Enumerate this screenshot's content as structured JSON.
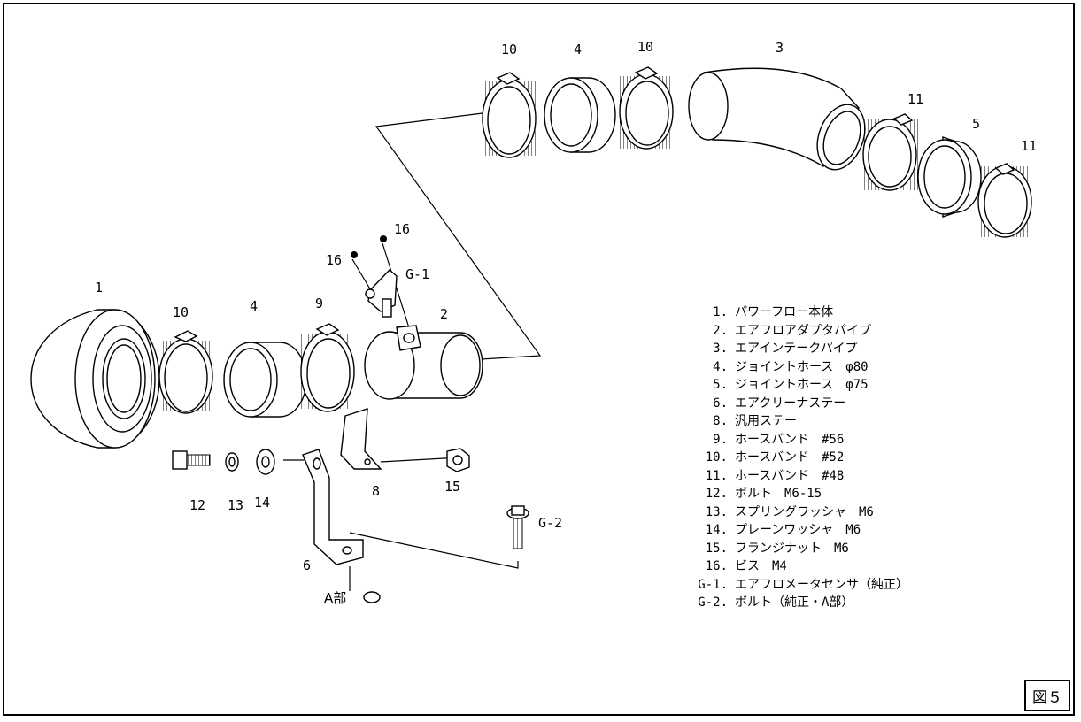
{
  "figure_tag": "図５",
  "part_labels": {
    "p10_top_a": "10",
    "p4_top": "4",
    "p10_top_b": "10",
    "p3": "3",
    "p11_a": "11",
    "p5": "5",
    "p11_b": "11",
    "p16_a": "16",
    "p16_b": "16",
    "pG1": "G-1",
    "p1": "1",
    "p10_low": "10",
    "p4_low": "4",
    "p9": "9",
    "p2": "2",
    "p12": "12",
    "p13": "13",
    "p14": "14",
    "p8": "8",
    "p15": "15",
    "p6": "6",
    "pG2": "G-2",
    "pA": "A部"
  },
  "legend": [
    {
      "num": "1.",
      "text": "パワーフロー本体"
    },
    {
      "num": "2.",
      "text": "エアフロアダプタパイプ"
    },
    {
      "num": "3.",
      "text": "エアインテークパイプ"
    },
    {
      "num": "4.",
      "text": "ジョイントホース　φ80"
    },
    {
      "num": "5.",
      "text": "ジョイントホース　φ75"
    },
    {
      "num": "6.",
      "text": "エアクリーナステー"
    },
    {
      "num": "8.",
      "text": "汎用ステー"
    },
    {
      "num": "9.",
      "text": "ホースバンド　#56"
    },
    {
      "num": "10.",
      "text": "ホースバンド　#52"
    },
    {
      "num": "11.",
      "text": "ホースバンド　#48"
    },
    {
      "num": "12.",
      "text": "ボルト　M6-15"
    },
    {
      "num": "13.",
      "text": "スプリングワッシャ　M6"
    },
    {
      "num": "14.",
      "text": "プレーンワッシャ　M6"
    },
    {
      "num": "15.",
      "text": "フランジナット　M6"
    },
    {
      "num": "16.",
      "text": "ビス　M4"
    },
    {
      "num": "G-1.",
      "text": "エアフロメータセンサ（純正）"
    },
    {
      "num": "G-2.",
      "text": "ボルト（純正・A部）"
    }
  ]
}
